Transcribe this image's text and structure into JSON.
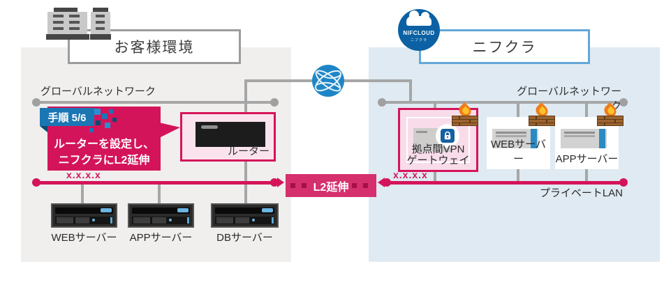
{
  "customer": {
    "title": "お客様環境",
    "global_network_label": "グローバルネットワーク",
    "ip_label": "x.x.x.x",
    "step_badge": "手順 5/6",
    "callout": {
      "line1": "ルーターを設定し、",
      "line2": "ニフクラにL2延伸"
    },
    "router_label": "ルーター",
    "servers": [
      "WEBサーバー",
      "APPサーバー",
      "DBサーバー"
    ]
  },
  "internet": {
    "l2_extension_label": "L2延伸"
  },
  "nifcloud": {
    "logo": {
      "text": "NIFCLOUD",
      "subtext": "ニフクラ"
    },
    "title": "ニフクラ",
    "global_network_label": "グローバルネットワーク",
    "ip_label": "x.x.x.x",
    "vpn_gateway": {
      "line1": "拠点間VPN",
      "line2": "ゲートウェイ"
    },
    "servers": [
      "WEBサーバー",
      "APPサーバー"
    ],
    "private_lan_label": "プライベートLAN"
  },
  "icons": {
    "buildings": "building-icon",
    "nifcloud_logo": "cloud-logo-icon",
    "internet": "globe-icon",
    "router": "router-device-icon",
    "vpn_lock": "lock-icon",
    "firewall": "firewall-icon",
    "rack_server": "rack-server-icon"
  },
  "colors": {
    "magenta": "#d4145a",
    "l2_box_magenta": "#d5306d",
    "badge_blue": "#1b76b4",
    "badge_fold_navy": "#0d4a70",
    "globe_blue": "#1e86c7",
    "logo_blue": "#0b61a4",
    "nifcloud_border_blue": "#62a8d8",
    "panel_gray": "#f0efee",
    "panel_blue": "#dfeaf2",
    "line_gray": "#a6a6a6"
  }
}
